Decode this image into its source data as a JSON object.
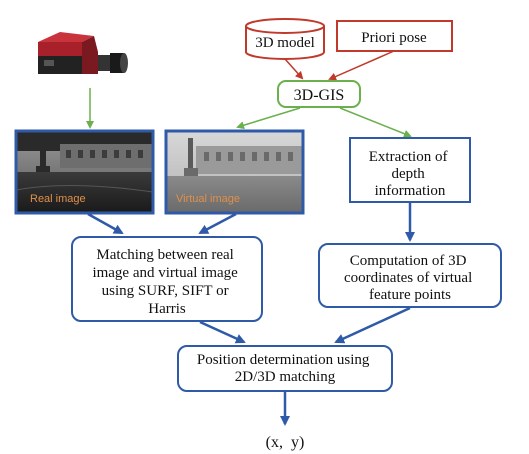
{
  "nodes": {
    "model_3d": "3D model",
    "priori_pose": "Priori pose",
    "gis": "3D-GIS",
    "extraction": [
      "Extraction of",
      "depth",
      "information"
    ],
    "matching": [
      "Matching between real",
      "image  and virtual image",
      "using SURF, SIFT or",
      "Harris"
    ],
    "computation": [
      "Computation of 3D",
      "coordinates of virtual",
      "feature points"
    ],
    "position": [
      "Position determination using",
      "2D/3D matching"
    ],
    "output": "(x,  y)"
  },
  "images": {
    "real_label": "Real image",
    "virtual_label": "Virtual image",
    "camera_icon": "camera-icon"
  },
  "colors": {
    "red_outline": "#c0392b",
    "green_outline": "#6ab04c",
    "blue_outline": "#2e5aa8",
    "photo_label": "#e0904a"
  }
}
